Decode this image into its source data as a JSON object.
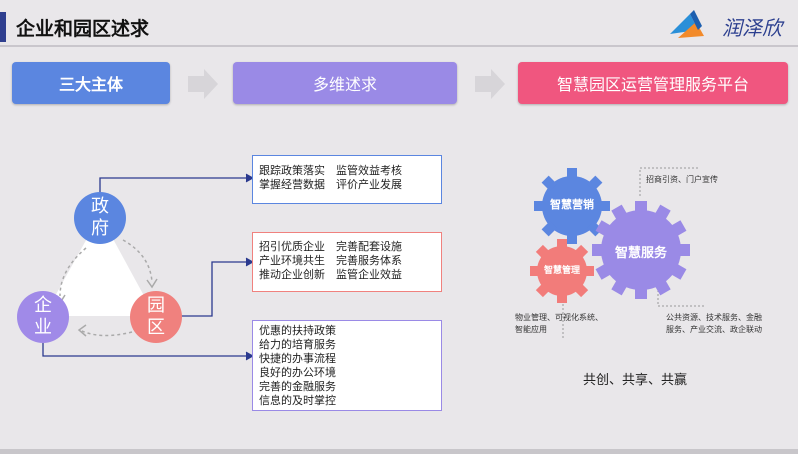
{
  "header": {
    "title": "企业和园区述求",
    "logo_text": "润泽欣"
  },
  "stages": [
    {
      "label": "三大主体"
    },
    {
      "label": "多维述求"
    },
    {
      "label": "智慧园区运营管理服务平台"
    }
  ],
  "nodes": {
    "gov": "政府",
    "ent": "企业",
    "park": "园区"
  },
  "boxes": {
    "gov": [
      "跟踪政策落实　监管效益考核",
      "掌握经营数据　评价产业发展"
    ],
    "park": [
      "招引优质企业　完善配套设施",
      "产业环境共生　完善服务体系",
      "推动企业创新　监管企业效益"
    ],
    "ent": [
      "优惠的扶持政策",
      "给力的培育服务",
      "快捷的办事流程",
      "良好的办公环境",
      "完善的金融服务",
      "信息的及时掌控"
    ]
  },
  "gears": {
    "marketing": "智慧营销",
    "service": "智慧服务",
    "management": "智慧管理"
  },
  "notes": {
    "marketing": "招商引资、门户宣传",
    "management": [
      "物业管理、可视化系统、",
      "智能应用"
    ],
    "service": [
      "公共资源、技术服务、金融",
      "服务、产业交流、政企联动"
    ]
  },
  "slogan": "共创、共享、共赢",
  "colors": {
    "stage1": "#5b86e0",
    "stage2": "#9a8ae6",
    "stage3": "#f0567f",
    "gov": "#5b86e0",
    "ent": "#a08ae8",
    "park": "#f0817e",
    "gear_marketing": "#5b86e0",
    "gear_service": "#9a8ae6",
    "gear_management": "#f27c7a"
  }
}
